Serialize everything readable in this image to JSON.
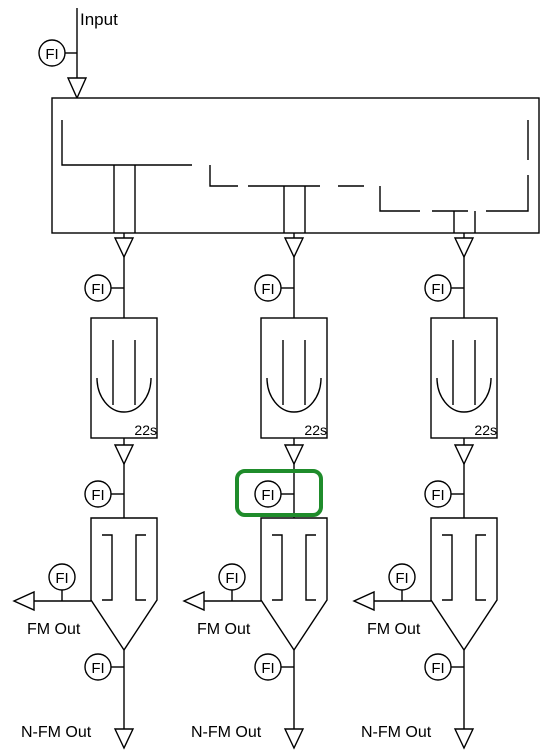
{
  "input_label": "Input",
  "instrument_label": "FI",
  "lines": [
    {
      "name": "line-1",
      "timer": "22s",
      "fm_out": "FM Out",
      "nfm_out": "N-FM Out",
      "highlighted": false
    },
    {
      "name": "line-2",
      "timer": "22s",
      "fm_out": "FM Out",
      "nfm_out": "N-FM Out",
      "highlighted": true
    },
    {
      "name": "line-3",
      "timer": "22s",
      "fm_out": "FM Out",
      "nfm_out": "N-FM Out",
      "highlighted": false
    }
  ],
  "colors": {
    "line": "#000000",
    "highlight": "#1f8c2b",
    "background": "#ffffff"
  }
}
